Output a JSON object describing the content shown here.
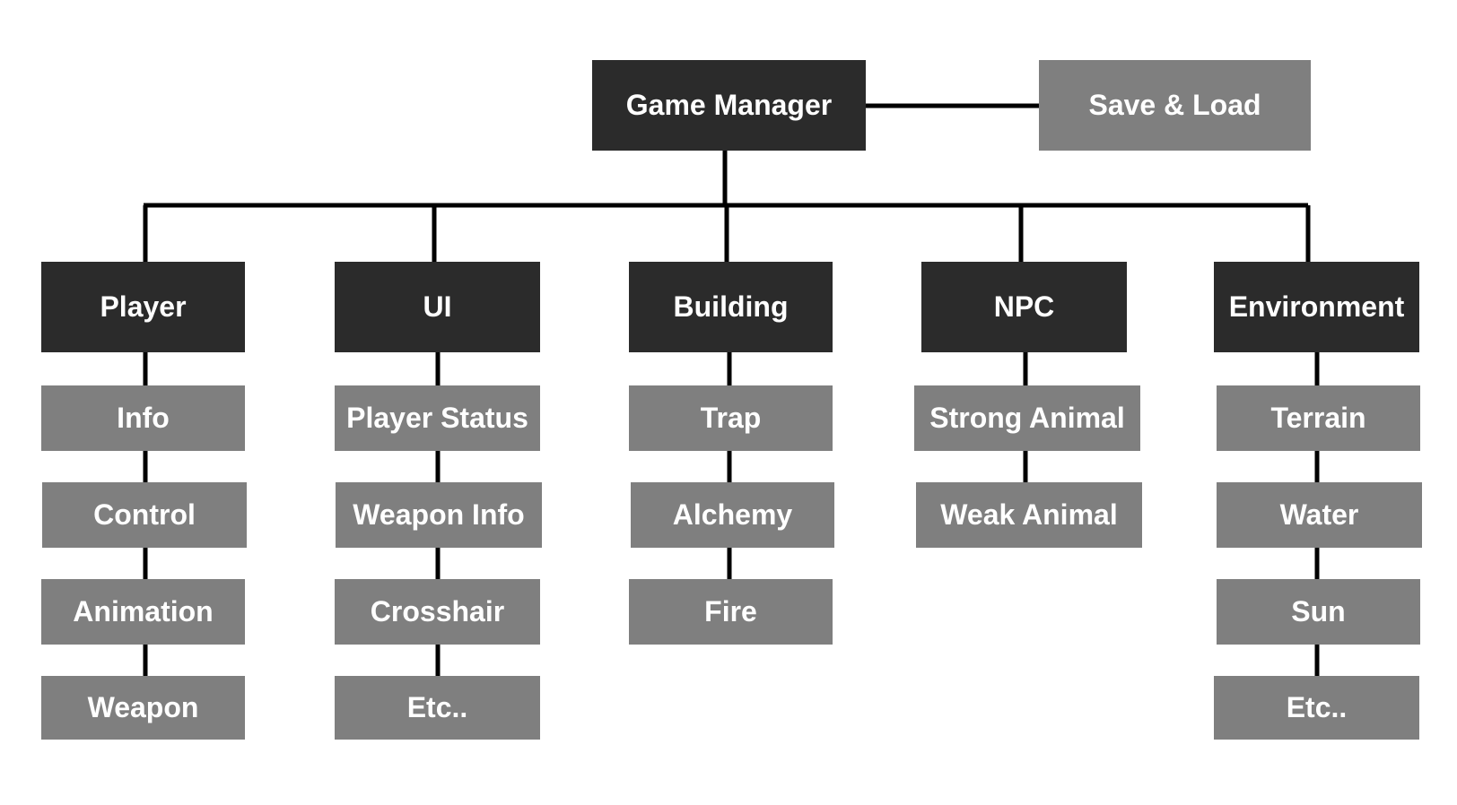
{
  "root": {
    "label": "Game Manager"
  },
  "sibling": {
    "label": "Save & Load"
  },
  "branches": [
    {
      "label": "Player",
      "children": [
        "Info",
        "Control",
        "Animation",
        "Weapon"
      ]
    },
    {
      "label": "UI",
      "children": [
        "Player Status",
        "Weapon Info",
        "Crosshair",
        "Etc.."
      ]
    },
    {
      "label": "Building",
      "children": [
        "Trap",
        "Alchemy",
        "Fire"
      ]
    },
    {
      "label": "NPC",
      "children": [
        "Strong Animal",
        "Weak Animal"
      ]
    },
    {
      "label": "Environment",
      "children": [
        "Terrain",
        "Water",
        "Sun",
        "Etc.."
      ]
    }
  ],
  "colors": {
    "dark_box": "#2b2b2b",
    "light_box": "#7f7f7f",
    "text": "#ffffff",
    "connector": "#000000",
    "background": "#ffffff"
  }
}
